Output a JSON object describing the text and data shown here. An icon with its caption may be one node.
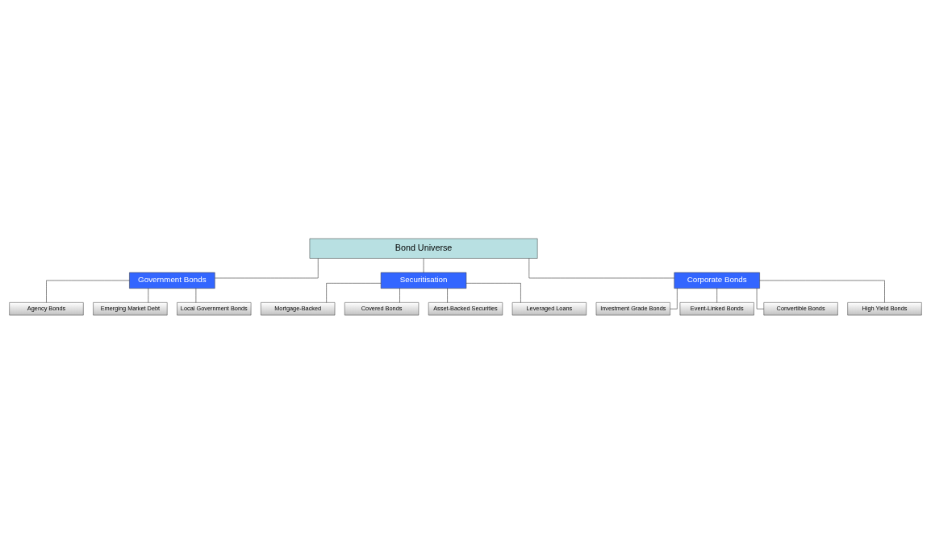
{
  "diagram": {
    "nodes": [
      {
        "text": [
          "Bond Universe"
        ]
      },
      {
        "text": [
          "Government Bonds"
        ]
      },
      {
        "text": [
          "Securitisation"
        ]
      },
      {
        "text": [
          "Agency Bonds"
        ]
      },
      {
        "text": [
          "Emerging Market Debt"
        ]
      },
      {
        "text": [
          "Local Government Bonds"
        ]
      },
      {
        "text": [
          "Mortgage-Backed"
        ]
      },
      {
        "text": [
          "Covered Bonds"
        ]
      },
      {
        "text": [
          "Asset-Backed Securities"
        ]
      },
      {
        "text": [
          "Leveraged Loans"
        ]
      },
      {
        "text": [
          "Corporate Bonds"
        ]
      },
      {
        "text": [
          "Investment Grade Bonds"
        ]
      },
      {
        "text": [
          "Event-Linked Bonds"
        ]
      },
      {
        "text": [
          "Convertible Bonds"
        ]
      },
      {
        "text": [
          "High Yield Bonds"
        ]
      }
    ],
    "edges": [
      {
        "from": 0,
        "to": 1,
        "arrow": "none"
      },
      {
        "from": 0,
        "to": 2,
        "arrow": "none"
      },
      {
        "from": 0,
        "to": 10,
        "arrow": "none"
      },
      {
        "from": 1,
        "to": 3,
        "arrow": "none"
      },
      {
        "from": 1,
        "to": 4,
        "arrow": "none"
      },
      {
        "from": 1,
        "to": 5,
        "arrow": "none"
      },
      {
        "from": 2,
        "to": 6,
        "arrow": "none"
      },
      {
        "from": 2,
        "to": 7,
        "arrow": "none"
      },
      {
        "from": 2,
        "to": 8,
        "arrow": "none"
      },
      {
        "from": 2,
        "to": 9,
        "arrow": "none"
      },
      {
        "from": 10,
        "to": 11,
        "arrow": "none"
      },
      {
        "from": 10,
        "to": 12,
        "arrow": "none"
      },
      {
        "from": 10,
        "to": 13,
        "arrow": "none"
      },
      {
        "from": 10,
        "to": 14,
        "arrow": "none"
      }
    ]
  }
}
